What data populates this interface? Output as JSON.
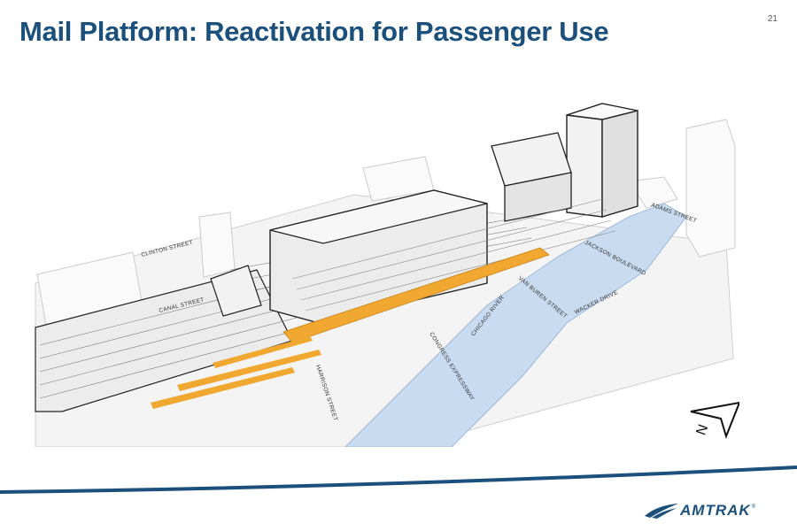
{
  "slide": {
    "title": "Mail Platform: Reactivation for Passenger Use",
    "page_number": "21"
  },
  "diagram": {
    "streets": {
      "clinton": "CLINTON STREET",
      "canal": "CANAL STREET",
      "harrison": "HARRISON STREET",
      "congress": "CONGRESS EXPRESSWAY",
      "chicago_river": "CHICAGO RIVER",
      "van_buren": "VAN BUREN STREET",
      "jackson": "JACKSON BOULEVARD",
      "adams": "ADAMS STREET",
      "wacker": "WACKER DRIVE"
    },
    "north_arrow_label": "N",
    "colors": {
      "platform_highlight": "#f0a830",
      "river": "#c9dbf1",
      "building_outline": "#222222"
    }
  },
  "footer": {
    "logo_text": "AMTRAK",
    "logo_reg": "®",
    "rule_color": "#1b4f7c"
  }
}
